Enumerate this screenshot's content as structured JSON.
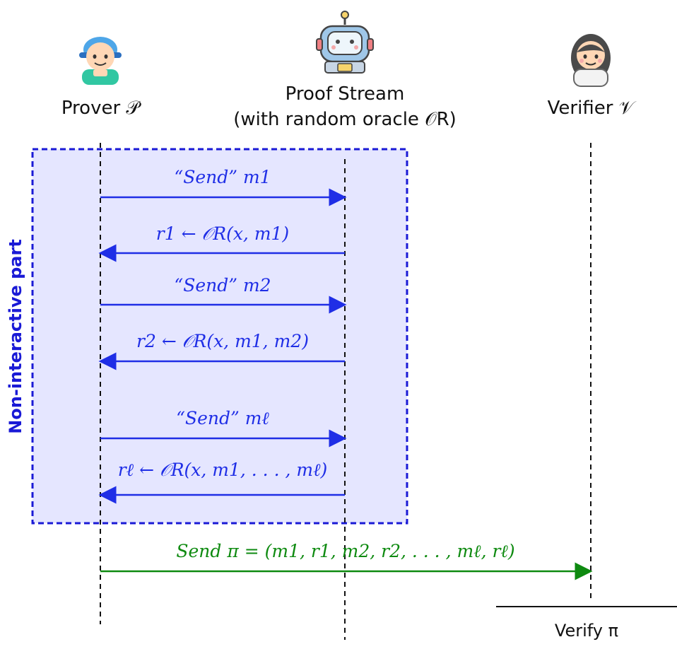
{
  "actors": {
    "prover": "Prover 𝒫",
    "stream_line1": "Proof Stream",
    "stream_line2": "(with random oracle 𝒪R)",
    "verifier": "Verifier 𝒱"
  },
  "box_label": "Non-interactive part",
  "messages": [
    "“Send” m1",
    "r1 ← 𝒪R(x, m1)",
    "“Send” m2",
    "r2 ← 𝒪R(x, m1, m2)",
    "“Send” mℓ",
    "rℓ ← 𝒪R(x, m1, . . . , mℓ)"
  ],
  "final_message": "Send π = (m1, r1, m2, r2, . . . , mℓ, rℓ)",
  "verify": "Verify π",
  "colors": {
    "blue": "#1f2ee6",
    "green": "#0e8a10",
    "box_fill": "#e5e6ff",
    "box_stroke": "#1a1ad6"
  },
  "icons": {
    "prover": "boy-icon",
    "stream": "robot-icon",
    "verifier": "girl-icon"
  }
}
